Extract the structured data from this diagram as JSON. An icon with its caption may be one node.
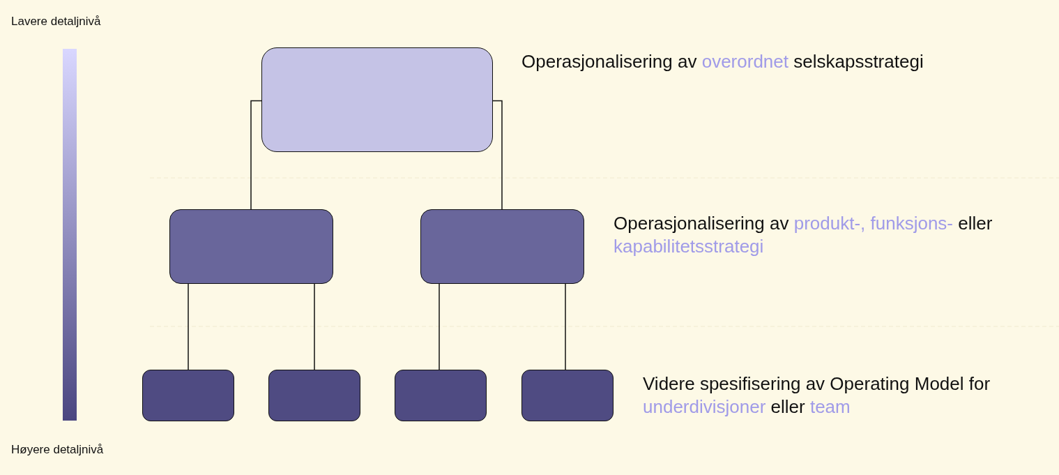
{
  "diagram": {
    "nodes": [
      {
        "text": [],
        "shape": "box"
      },
      {
        "text": [],
        "shape": "box"
      },
      {
        "text": [],
        "shape": "box"
      },
      {
        "text": [],
        "shape": "box"
      },
      {
        "text": [],
        "shape": "box"
      },
      {
        "text": [],
        "shape": "box"
      },
      {
        "text": [],
        "shape": "box"
      },
      {
        "text": [],
        "shape": "bar"
      }
    ],
    "edges": [
      {
        "from": 0,
        "to": 1,
        "arrow": "none"
      },
      {
        "from": 0,
        "to": 2,
        "arrow": "none"
      },
      {
        "from": 1,
        "to": 3,
        "arrow": "none"
      },
      {
        "from": 1,
        "to": 4,
        "arrow": "none"
      },
      {
        "from": 2,
        "to": 5,
        "arrow": "none"
      },
      {
        "from": 2,
        "to": 6,
        "arrow": "none"
      }
    ],
    "labels": [
      "Lavere detaljnivå",
      "Operasjonalisering av *overordnet* selskapsstrategi",
      "Operasjonalisering av *produkt-, funksjons-* eller *kapabilitetsstrategi*",
      "Videre spesifisering av Operating Model for *underdivisjoner* eller *team*",
      "Høyere detaljnivå"
    ]
  }
}
